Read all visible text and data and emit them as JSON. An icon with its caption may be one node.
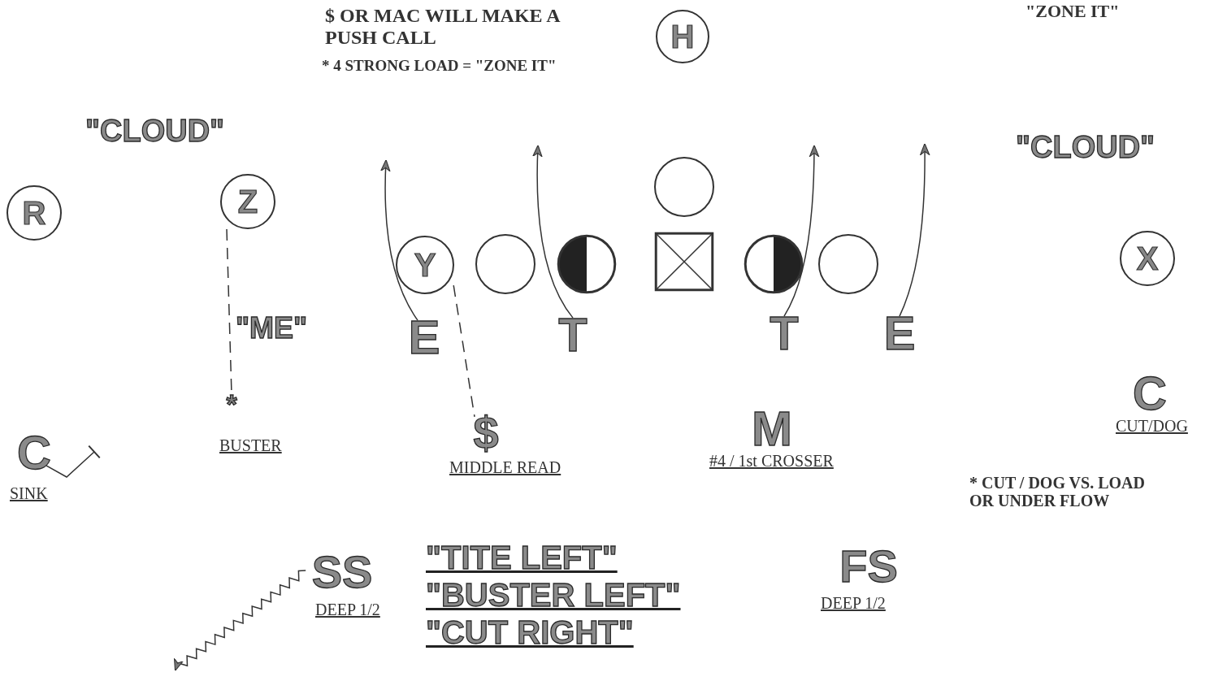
{
  "diagram": {
    "nodes": [
      {
        "text": [
          "H"
        ]
      },
      {
        "text": [
          "R"
        ]
      },
      {
        "text": [
          "Z"
        ]
      },
      {
        "text": [
          "Y"
        ]
      },
      {
        "text": [],
        "shape": "circle"
      },
      {
        "text": [],
        "shape": "circle"
      },
      {
        "text": [],
        "shape": "box"
      },
      {
        "text": [],
        "shape": "circle"
      },
      {
        "text": [],
        "shape": "circle"
      },
      {
        "text": [],
        "shape": "circle"
      },
      {
        "text": [
          "X"
        ]
      },
      {
        "text": [
          "E"
        ]
      },
      {
        "text": [
          "T"
        ]
      },
      {
        "text": [
          "T"
        ]
      },
      {
        "text": [
          "E"
        ]
      },
      {
        "text": [
          "*"
        ],
        "beside": [
          "BUSTER"
        ]
      },
      {
        "text": [
          "$"
        ],
        "beside": [
          "MIDDLE READ"
        ]
      },
      {
        "text": [
          "C"
        ],
        "beside": [
          "SINK"
        ]
      },
      {
        "text": [
          "SS"
        ],
        "beside": [
          "DEEP 1/2"
        ]
      },
      {
        "text": [
          "M"
        ],
        "beside": [
          "#4 / 1st CROSSER"
        ]
      },
      {
        "text": [
          "C"
        ],
        "beside": [
          "CUT/DOG"
        ]
      },
      {
        "text": [
          "FS"
        ],
        "beside": [
          "DEEP 1/2"
        ]
      }
    ],
    "edges": [
      {
        "from": 11,
        "to": null,
        "arrow": "to"
      },
      {
        "from": 12,
        "to": null,
        "arrow": "to"
      },
      {
        "from": 13,
        "to": null,
        "arrow": "to"
      },
      {
        "from": 14,
        "to": null,
        "arrow": "to"
      },
      {
        "from": 2,
        "to": 15,
        "arrow": "none",
        "style": "dashed"
      },
      {
        "from": 3,
        "to": 16,
        "arrow": "none",
        "style": "dashed"
      },
      {
        "from": 17,
        "to": null,
        "arrow": "other"
      },
      {
        "from": 18,
        "to": null,
        "arrow": "to"
      }
    ],
    "labels": [
      "$ OR MAC WILL MAKE A PUSH CALL",
      "* 4 STRONG LOAD = \"ZONE IT\"",
      "\"ZONE IT\"",
      "\"CLOUD\"",
      "\"CLOUD\"",
      "\"ME\"",
      "* CUT / DOG VS. LOAD OR UNDER FLOW",
      "\"TITE LEFT\"",
      "\"BUSTER LEFT\"",
      "\"CUT RIGHT\""
    ]
  }
}
